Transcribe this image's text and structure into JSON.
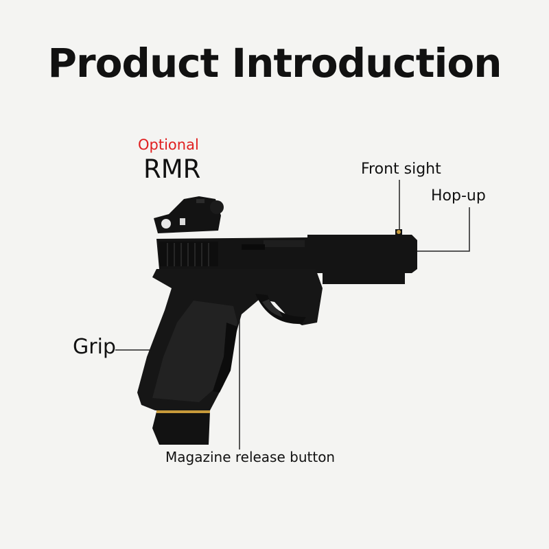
{
  "header": {
    "title": "Product Introduction"
  },
  "callouts": {
    "optional": "Optional",
    "rmr": "RMR",
    "front_sight": "Front sight",
    "hop_up": "Hop-up",
    "grip": "Grip",
    "magazine_release": "Magazine release button"
  },
  "colors": {
    "accent_red": "#e02020",
    "body_black": "#141414",
    "brass": "#c79a3a"
  }
}
